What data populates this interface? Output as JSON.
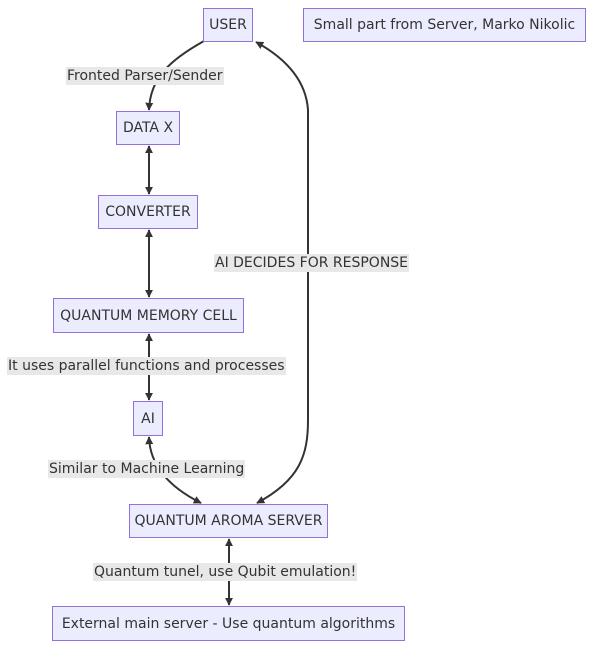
{
  "nodes": {
    "user": "USER",
    "note": "Small part from Server, Marko Nikolic",
    "data_x": "DATA X",
    "converter": "CONVERTER",
    "qmc": "QUANTUM MEMORY CELL",
    "ai": "AI",
    "qas": "QUANTUM AROMA SERVER",
    "external": "External main server - Use quantum algorithms"
  },
  "edge_labels": {
    "user_data": "Fronted Parser/Sender",
    "ai_response": "AI DECIDES FOR RESPONSE",
    "qmc_ai": "It uses parallel functions and processes",
    "ai_qas": "Similar to Machine Learning",
    "qas_ext": "Quantum tunel, use Qubit emulation!"
  },
  "colors": {
    "node_fill": "#ECECFF",
    "node_border": "#9370DB",
    "edge": "#333333",
    "label_bg": "#e8e8e8"
  }
}
